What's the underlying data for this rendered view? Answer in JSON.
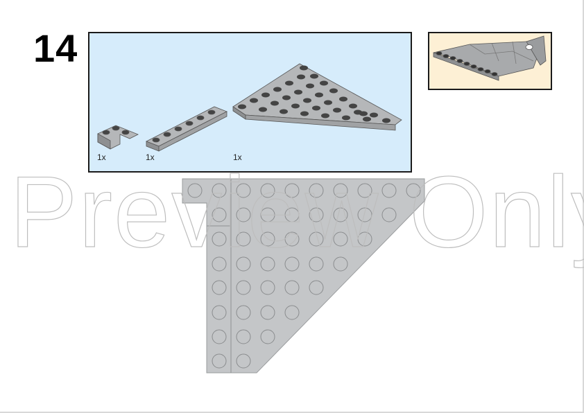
{
  "step": {
    "number": "14"
  },
  "parts_list": {
    "background": "#d6ecfb",
    "parts": [
      {
        "name": "Plate 2x2 Corner",
        "color": "light bluish gray",
        "quantity": "1x"
      },
      {
        "name": "Plate 1x6",
        "color": "light bluish gray",
        "quantity": "1x"
      },
      {
        "name": "Wedge Plate 7x12",
        "color": "light bluish gray",
        "quantity": "1x"
      }
    ]
  },
  "callout": {
    "background": "#fdf0d5",
    "description": "sub-model preview"
  },
  "model": {
    "color": "#c4c6c8",
    "description": "wedge plate assembly top view"
  },
  "watermark": {
    "text": "Preview Only"
  }
}
